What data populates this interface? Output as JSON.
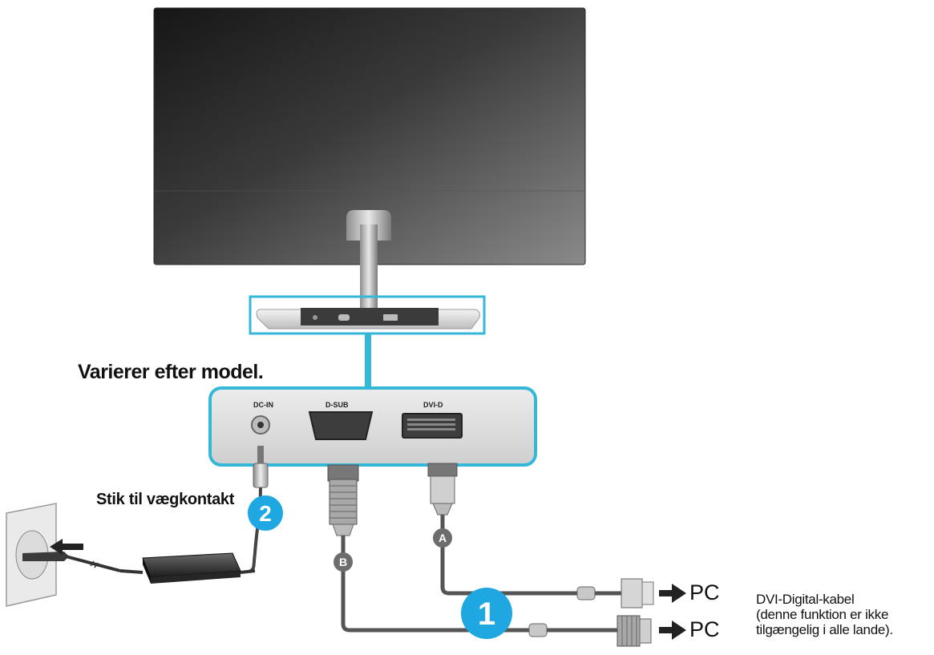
{
  "title": "Varierer efter model.",
  "wall_label": "Stik til vægkontakt",
  "ports": {
    "dc_in": "DC-IN",
    "d_sub": "D-SUB",
    "dvi_d": "DVI-D"
  },
  "markers": {
    "step_1": "1",
    "step_2": "2",
    "cable_a": "A",
    "cable_b": "B"
  },
  "pc_labels": [
    "PC",
    "PC"
  ],
  "dvi_note": {
    "line1": "DVI-Digital-kabel",
    "line2": "(denne funktion er ikke",
    "line3": "tilgængelig i alle lande)."
  },
  "colors": {
    "highlight": "#35b8d8",
    "badge": "#1ea7e1",
    "cable": "#555555"
  }
}
